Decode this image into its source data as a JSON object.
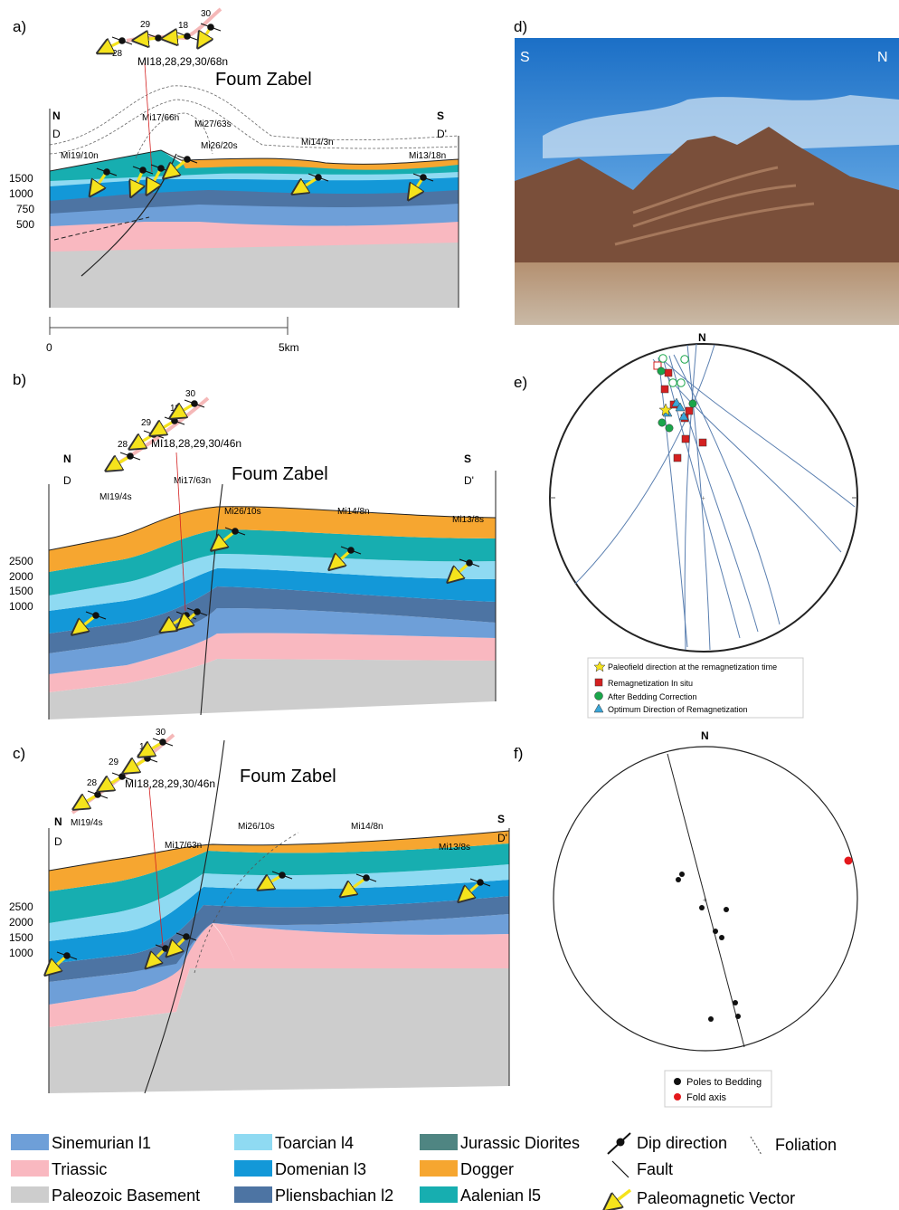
{
  "panels": {
    "a": {
      "label": "a)",
      "title": "Foum Zabel",
      "north": "N",
      "south": "S",
      "d": "D",
      "d_prime": "D'",
      "group_label": "MI18,28,29,30/68n",
      "vector_numbers": [
        "28",
        "29",
        "18",
        "30"
      ],
      "sites": [
        "MI19/10n",
        "Mi17/66n",
        "Mi27/63s",
        "Mi26/20s",
        "Mi14/3n",
        "Mi13/18n"
      ],
      "depth_ticks": [
        "1500",
        "1000",
        "750",
        "500"
      ],
      "scale": {
        "start": "0",
        "end": "5km"
      }
    },
    "b": {
      "label": "b)",
      "title": "Foum Zabel",
      "north": "N",
      "south": "S",
      "d": "D",
      "d_prime": "D'",
      "group_label": "MI18,28,29,30/46n",
      "vector_numbers": [
        "28",
        "29",
        "18",
        "30"
      ],
      "sites": [
        "MI19/4s",
        "Mi17/63n",
        "Mi26/10s",
        "Mi14/8n",
        "Mi13/8s"
      ],
      "depth_ticks": [
        "2500",
        "2000",
        "1500",
        "1000"
      ]
    },
    "c": {
      "label": "c)",
      "title": "Foum Zabel",
      "north": "N",
      "south": "S",
      "d": "D",
      "d_prime": "D'",
      "group_label": "MI18,28,29,30/46n",
      "vector_numbers": [
        "28",
        "29",
        "18",
        "30"
      ],
      "sites": [
        "MI19/4s",
        "Mi17/63n",
        "Mi26/10s",
        "Mi14/8n",
        "Mi13/8s"
      ],
      "depth_ticks": [
        "2500",
        "2000",
        "1500",
        "1000"
      ]
    },
    "d": {
      "label": "d)",
      "south": "S",
      "north": "N"
    },
    "e": {
      "label": "e)",
      "north": "N",
      "legend": [
        "Paleofield direction at the remagnetization time",
        "Remagnetization In situ",
        "After Bedding Correction",
        "Optimum Direction of Remagnetization"
      ]
    },
    "f": {
      "label": "f)",
      "north": "N",
      "legend": [
        "Poles to Bedding",
        "Fold axis"
      ]
    }
  },
  "legend": {
    "units": [
      {
        "label": "Sinemurian l1",
        "color": "#6e9fd8"
      },
      {
        "label": "Triassic",
        "color": "#f9b8c0"
      },
      {
        "label": "Paleozoic Basement",
        "color": "#cdcdcd"
      },
      {
        "label": "Toarcian l4",
        "color": "#8fdaf2"
      },
      {
        "label": "Domenian l3",
        "color": "#1398d8"
      },
      {
        "label": "Pliensbachian l2",
        "color": "#4d74a3"
      },
      {
        "label": "Jurassic Diorites",
        "color": "#4f8582"
      },
      {
        "label": "Dogger",
        "color": "#f6a630"
      },
      {
        "label": "Aalenian l5",
        "color": "#17aeb0"
      }
    ],
    "symbols": [
      "Dip direction",
      "Fault",
      "Paleomagnetic Vector",
      "Foliation"
    ]
  },
  "colors": {
    "basement": "#cdcdcd",
    "triassic": "#f9b8c0",
    "sinemurian": "#6e9fd8",
    "pliensbachian": "#4d74a3",
    "domenian": "#1398d8",
    "toarcian": "#8fdaf2",
    "aalenian": "#17aeb0",
    "dogger": "#f6a630",
    "arrow": "#f5e31c",
    "in_situ": "#d42020",
    "bedding": "#1aa64a",
    "optimum": "#3aa6d8",
    "great_circle": "#5a7fb0",
    "fold_axis": "#e4181c"
  }
}
